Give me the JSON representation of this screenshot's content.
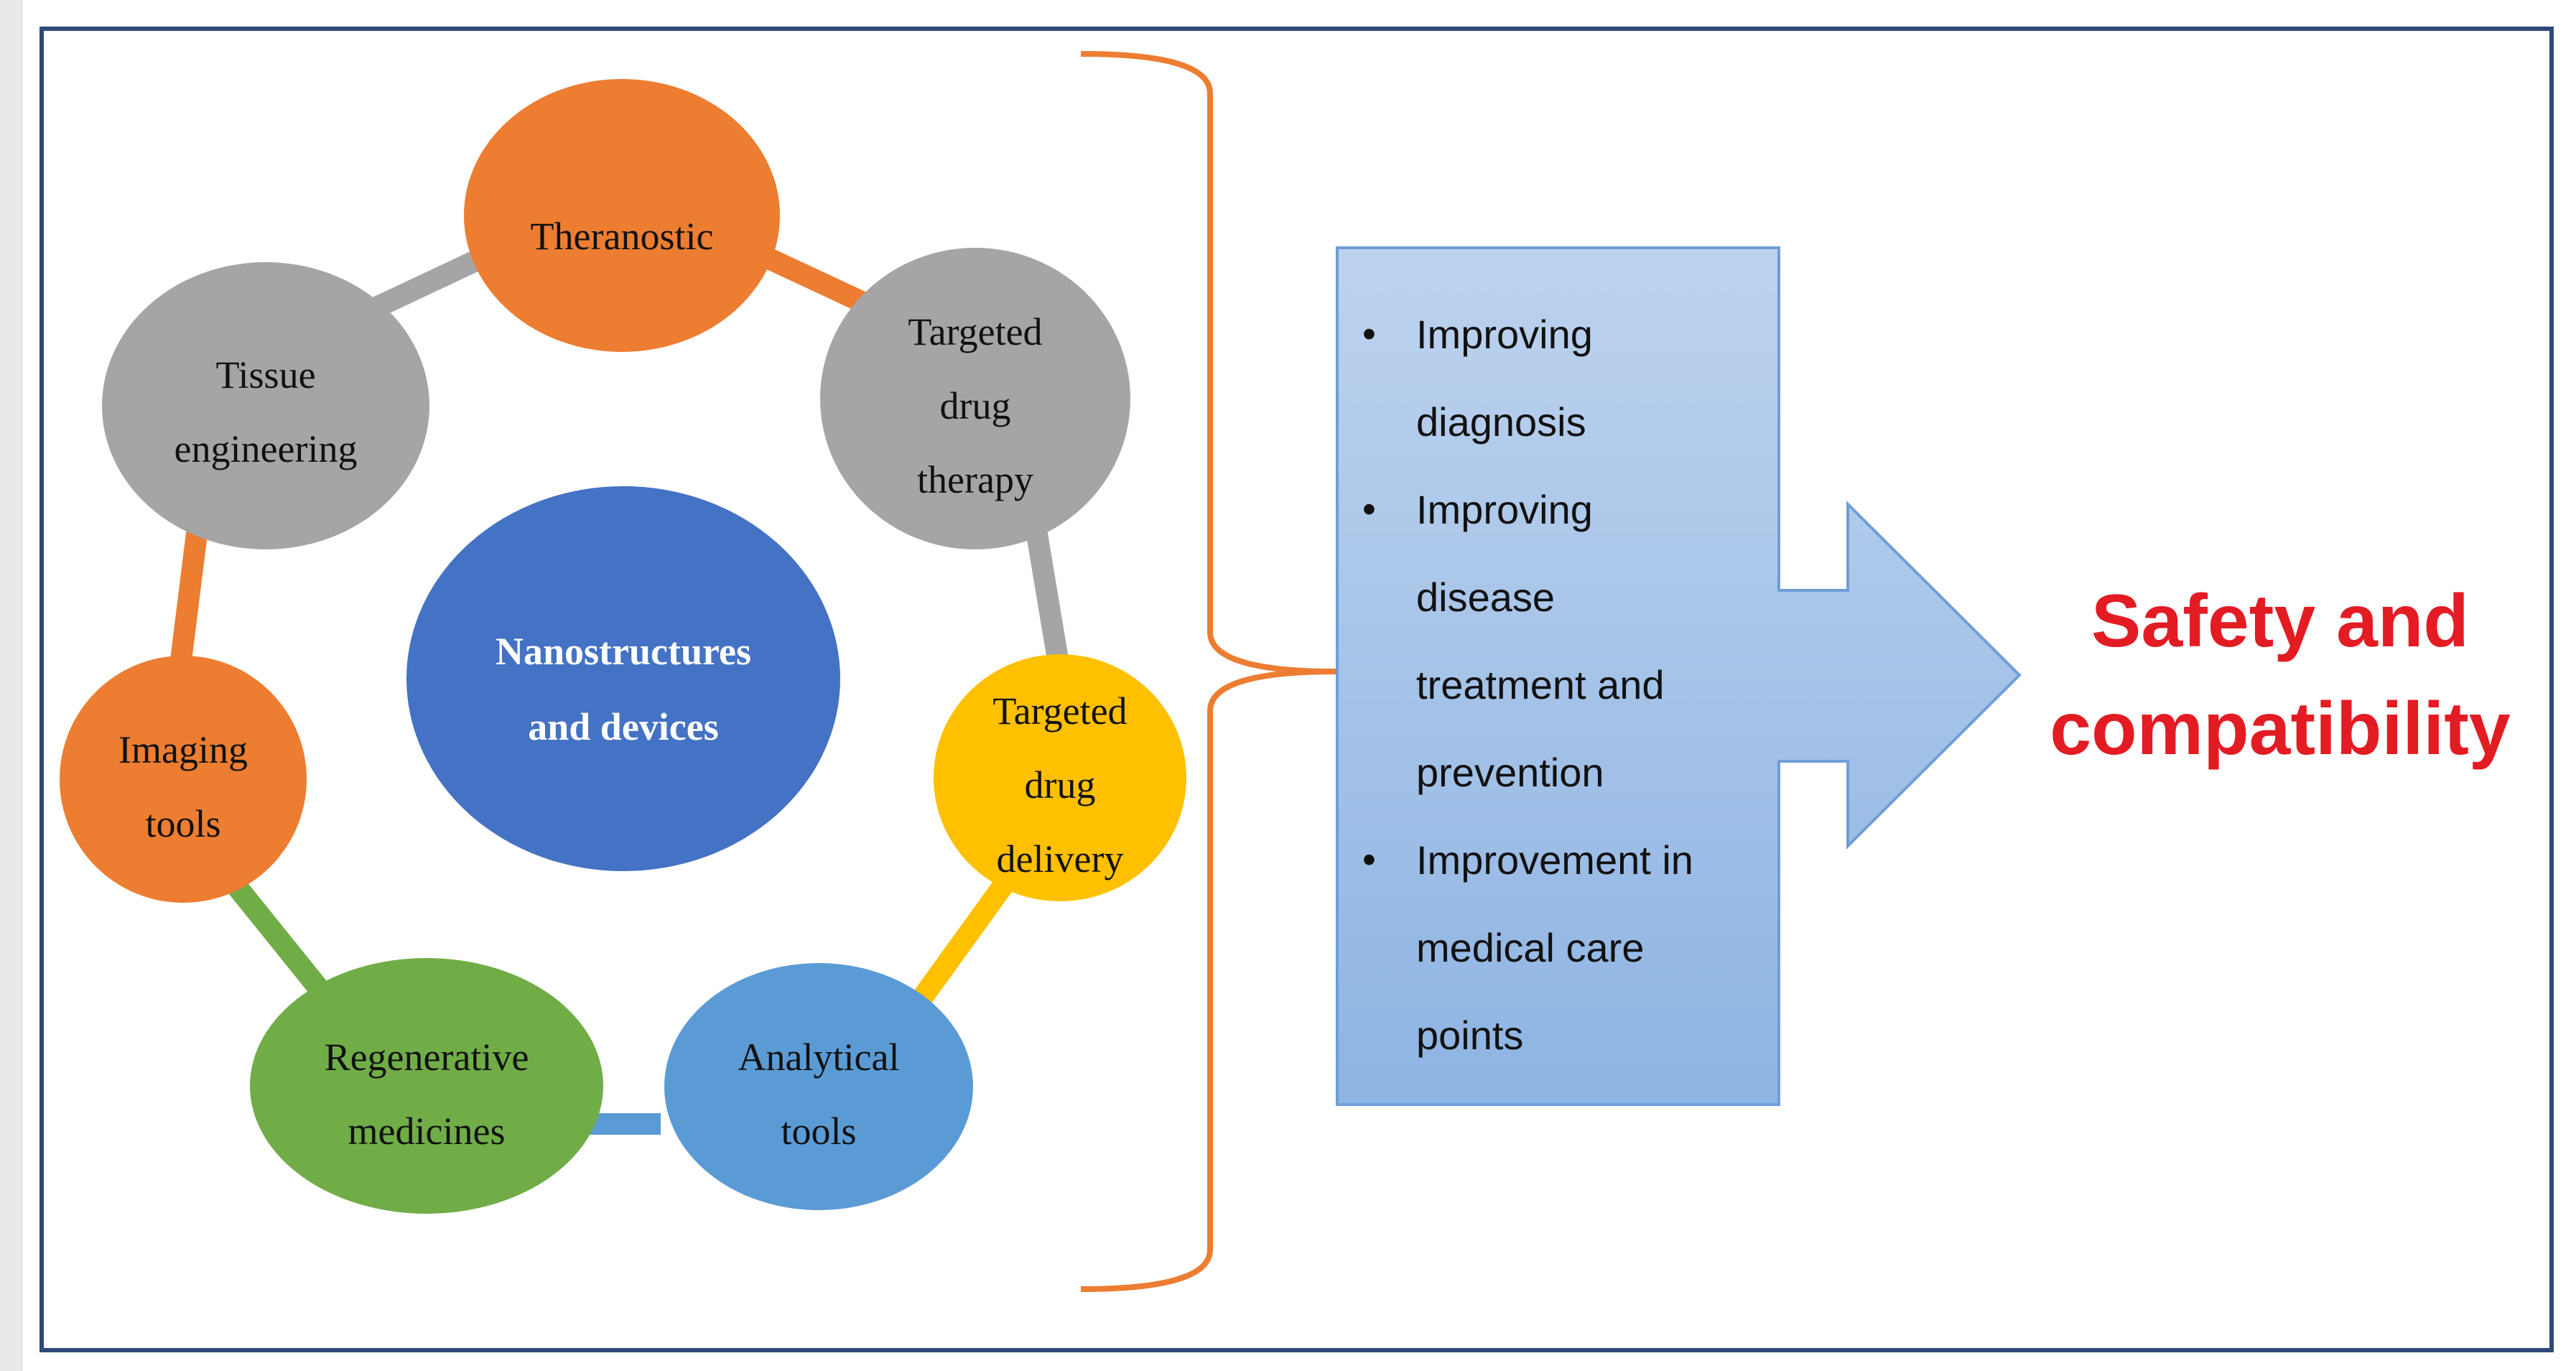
{
  "center_node": {
    "line1": "Nanostructures",
    "line2": "and devices",
    "color": "#4472C4"
  },
  "nodes": [
    {
      "id": "theranostic",
      "lines": [
        "Theranostic"
      ],
      "color": "#ED7D31"
    },
    {
      "id": "targeted-drug-therapy",
      "lines": [
        "Targeted",
        "drug",
        "therapy"
      ],
      "color": "#A5A5A5"
    },
    {
      "id": "targeted-drug-delivery",
      "lines": [
        "Targeted",
        "drug",
        "delivery"
      ],
      "color": "#FFC000"
    },
    {
      "id": "analytical-tools",
      "lines": [
        "Analytical",
        "tools"
      ],
      "color": "#5B9BD5"
    },
    {
      "id": "regenerative-medicines",
      "lines": [
        "Regenerative",
        "medicines"
      ],
      "color": "#70AD47"
    },
    {
      "id": "imaging-tools",
      "lines": [
        "Imaging",
        "tools"
      ],
      "color": "#ED7D31"
    },
    {
      "id": "tissue-engineering",
      "lines": [
        "Tissue",
        "engineering"
      ],
      "color": "#A5A5A5"
    }
  ],
  "benefits": {
    "items": [
      [
        "Improving",
        "diagnosis"
      ],
      [
        "Improving",
        "disease",
        "treatment and",
        "prevention"
      ],
      [
        "Improvement in",
        "medical care",
        "points"
      ]
    ],
    "bullet": "•"
  },
  "outcome": {
    "line1": "Safety and",
    "line2": "compatibility",
    "color": "#E31B23"
  },
  "colors": {
    "frame": "#2F4A7A",
    "brace": "#ED7D31",
    "arrow_fill_top": "#BDD3EE",
    "arrow_fill_bottom": "#8EB4E3",
    "arrow_stroke": "#6F9ED8"
  }
}
